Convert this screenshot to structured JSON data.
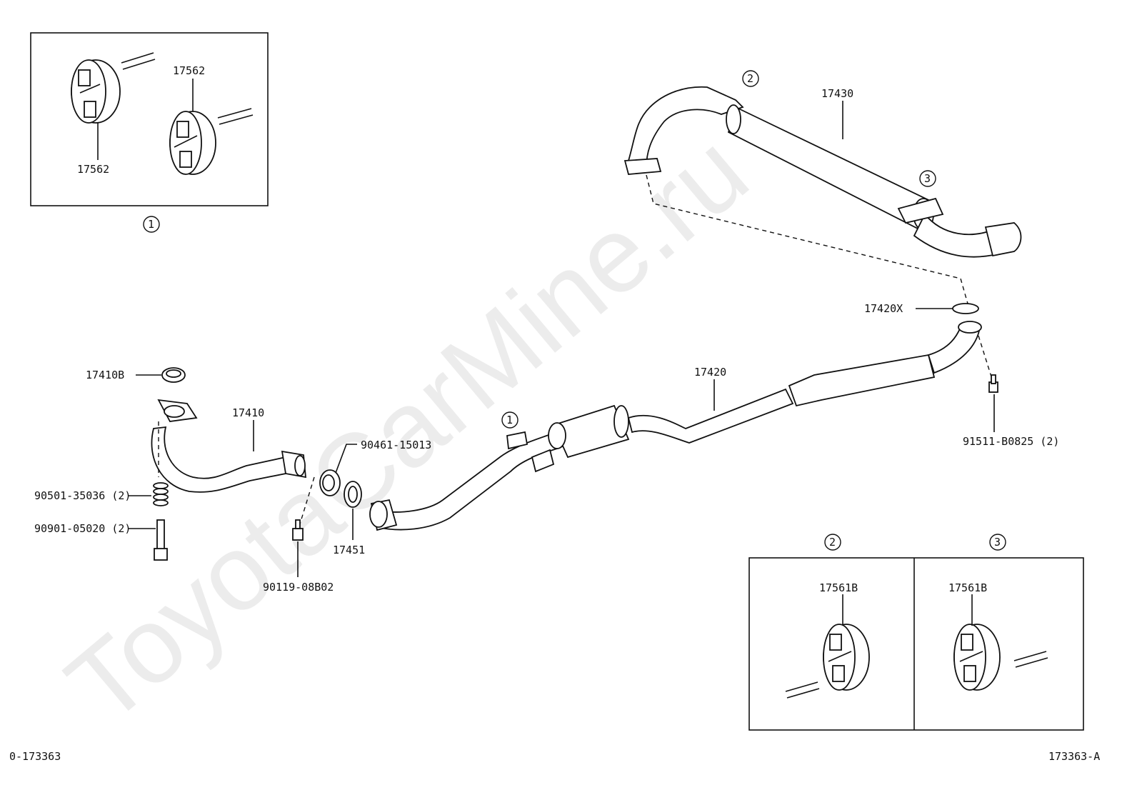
{
  "watermark": "ToyotaCarMine.ru",
  "codes": {
    "left": "0-173363",
    "right": "173363-A"
  },
  "callouts": [
    "1",
    "2",
    "3"
  ],
  "part_labels": {
    "p17562_top": "17562",
    "p17562_bottom": "17562",
    "p17430": "17430",
    "p17420X": "17420X",
    "p17420": "17420",
    "p17410B": "17410B",
    "p17410": "17410",
    "p90461": "90461-15013",
    "p90501": "90501-35036 (2)",
    "p90901": "90901-05020 (2)",
    "p17451": "17451",
    "p90119": "90119-08B02",
    "p91511": "91511-B0825 (2)",
    "p17561B_2": "17561B",
    "p17561B_3": "17561B"
  }
}
